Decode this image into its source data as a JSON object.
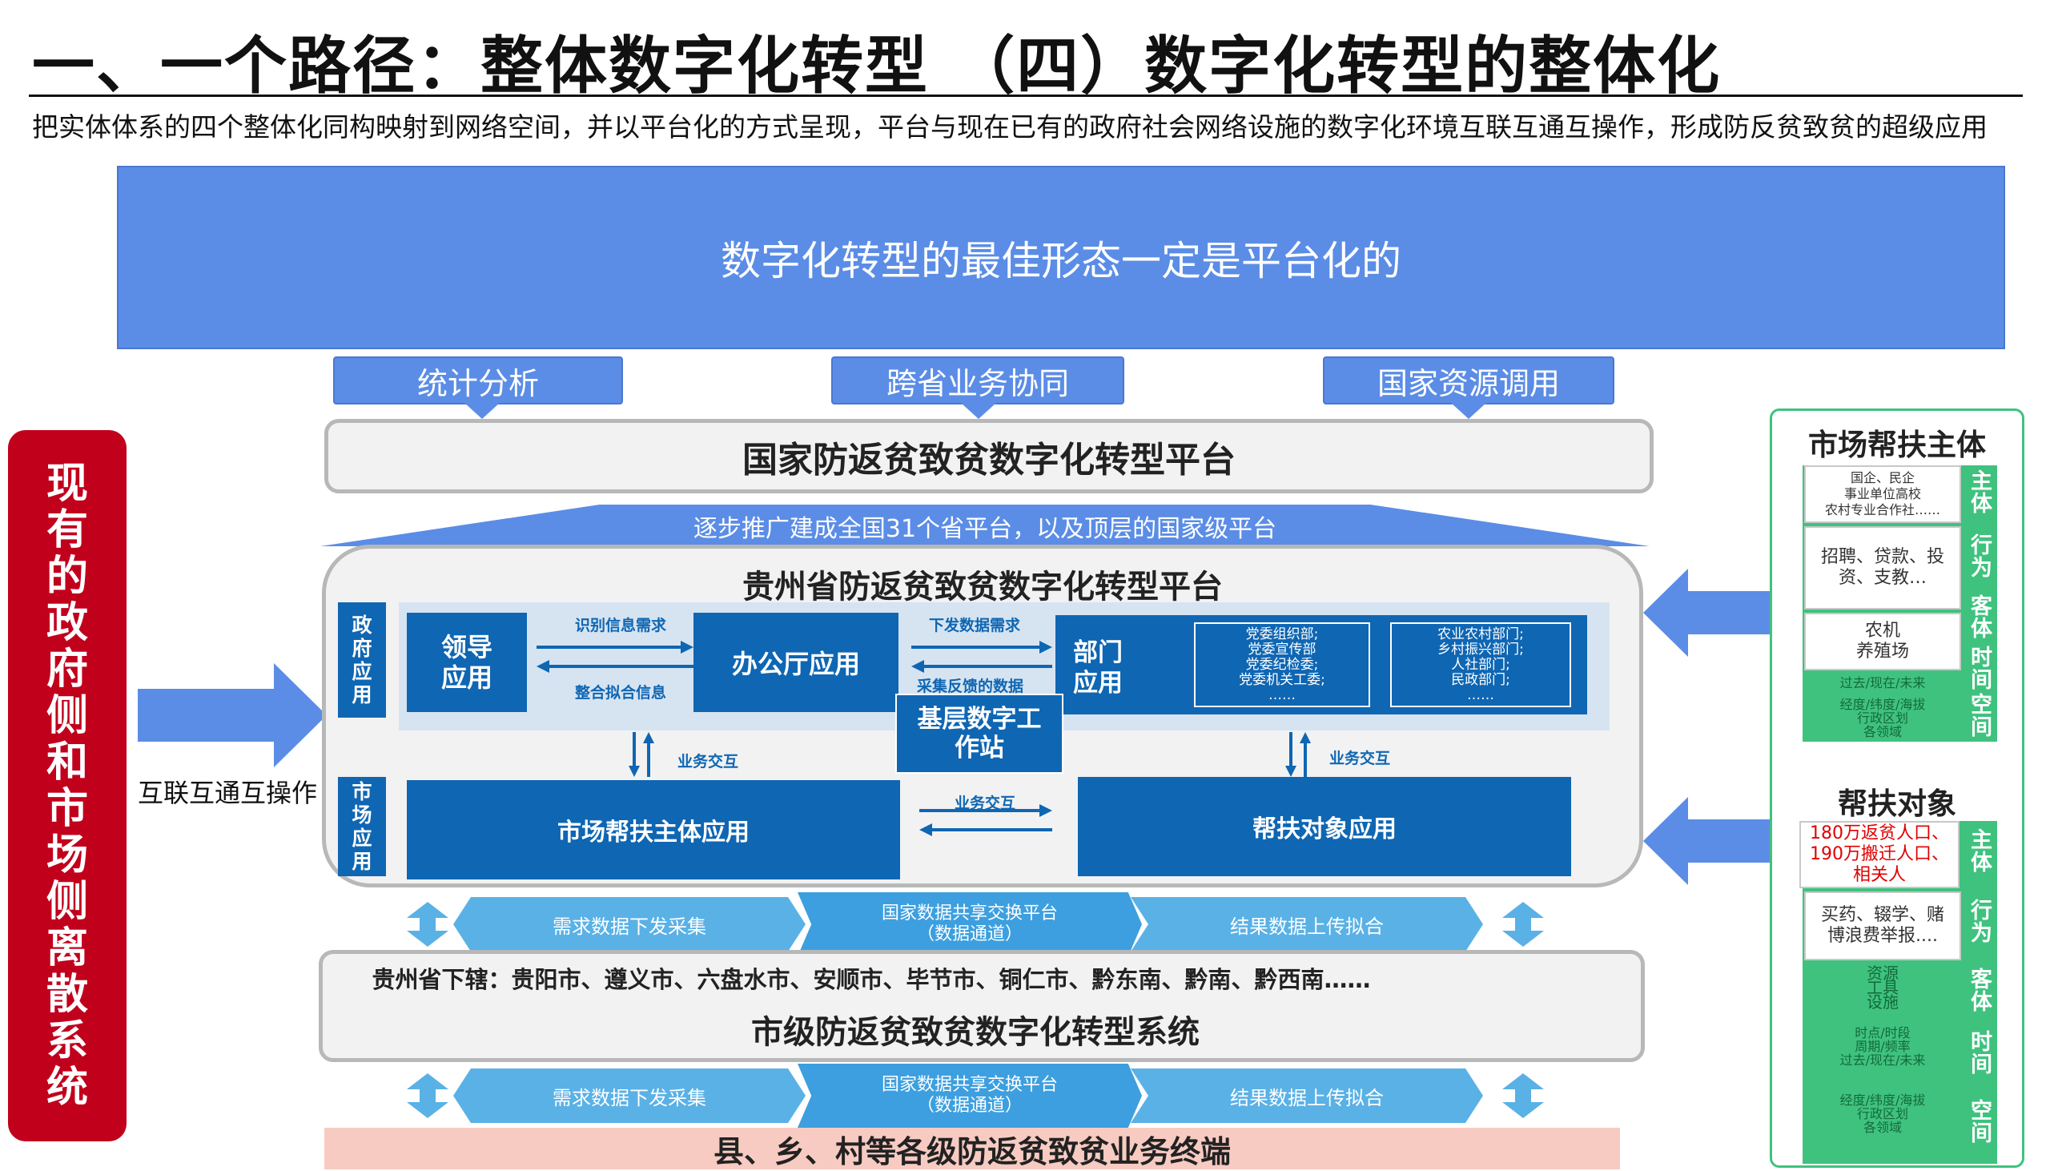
{
  "header": {
    "title": "一、一个路径：整体数字化转型        （四）数字化转型的整体化",
    "subtitle": "把实体体系的四个整体化同构映射到网络空间，并以平台化的方式呈现，平台与现在已有的政府社会网络设施的数字化环境互联互通互操作，形成防反贫致贫的超级应用"
  },
  "banner": {
    "text": "数字化转型的最佳形态一定是平台化的"
  },
  "callouts": [
    "统计分析",
    "跨省业务协同",
    "国家资源调用"
  ],
  "national": {
    "title": "国家防返贫致贫数字化转型平台",
    "trapezoid": "逐步推广建成全国31个省平台，以及顶层的国家级平台"
  },
  "province": {
    "title": "贵州省防返贫致贫数字化转型平台",
    "gov_label": "政府应用",
    "market_label": "市场应用",
    "leader": "领导应用",
    "office": "办公厅应用",
    "dept": "部门应用",
    "dept_list1": "党委组织部;\n党委宣传部\n党委纪检委;\n党委机关工委;\n……",
    "dept_list2": "农业农村部门;\n乡村振兴部门;\n人社部门;\n民政部门;\n……",
    "grassroots": "基层数字工作站",
    "market_app": "市场帮扶主体应用",
    "target_app": "帮扶对象应用",
    "arrow_identify": "识别信息需求",
    "arrow_integrate": "整合拟合信息",
    "arrow_issue": "下发数据需求",
    "arrow_feedback": "采集反馈的数据",
    "arrow_biz1": "业务交互",
    "arrow_biz2": "业务交互",
    "arrow_biz3": "业务交互"
  },
  "left": {
    "red_text": "现有的政府侧和市场侧离散系统",
    "interop": "互联互通互操作"
  },
  "exchange1": {
    "left": "需求数据下发采集",
    "mid": "国家数据共享交换平台\n（数据通道）",
    "right": "结果数据上传拟合"
  },
  "city": {
    "list": "贵州省下辖：贵阳市、遵义市、六盘水市、安顺市、毕节市、铜仁市、黔东南、黔南、黔西南……",
    "title": "市级防返贫致贫数字化转型系统"
  },
  "exchange2": {
    "left": "需求数据下发采集",
    "mid": "国家数据共享交换平台\n（数据通道）",
    "right": "结果数据上传拟合"
  },
  "terminal": {
    "text": "县、乡、村等各级防返贫致贫业务终端"
  },
  "right_panel": {
    "market_title": "市场帮扶主体",
    "market_subject": "国企、民企\n事业单位高校\n农村专业合作社……",
    "market_behavior": "招聘、贷款、投资、支教…",
    "market_object": "农机\n养殖场",
    "market_time": "过去/现在/未来",
    "market_space": "经度/纬度/海拔\n行政区划\n各领域",
    "target_title": "帮扶对象",
    "target_subject": "180万返贫人口、190万搬迁人口、相关人",
    "target_behavior": "买药、辍学、赌博浪费举报....",
    "target_object": "资源\n工具\n设施",
    "target_time": "时点/时段\n周期/频率\n过去/现在/未来",
    "target_space": "经度/纬度/海拔\n行政区划\n各领域",
    "tags": {
      "subject": "主体",
      "behavior": "行为",
      "object": "客体",
      "time": "时间",
      "space": "空间"
    }
  }
}
